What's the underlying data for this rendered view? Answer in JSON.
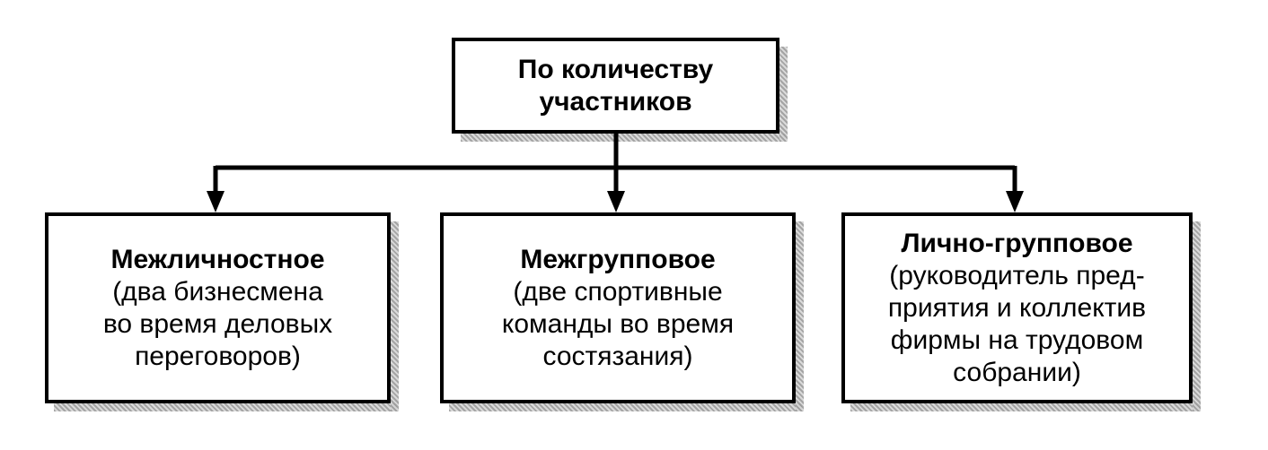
{
  "root": {
    "lines": [
      "По количеству",
      "участников"
    ]
  },
  "children": [
    {
      "title": "Межличностное",
      "desc_lines": [
        "(два бизнесмена",
        "во время деловых",
        "переговоров)"
      ]
    },
    {
      "title": "Межгрупповое",
      "desc_lines": [
        "(две спортивные",
        "команды во время",
        "состязания)"
      ]
    },
    {
      "title": "Лично-групповое",
      "desc_lines": [
        "(руководитель пред-",
        "приятия и коллектив",
        "фирмы на трудовом",
        "собрании)"
      ]
    }
  ],
  "colors": {
    "stroke": "#000000",
    "background": "#ffffff",
    "shadow": "#9a9a9a"
  }
}
